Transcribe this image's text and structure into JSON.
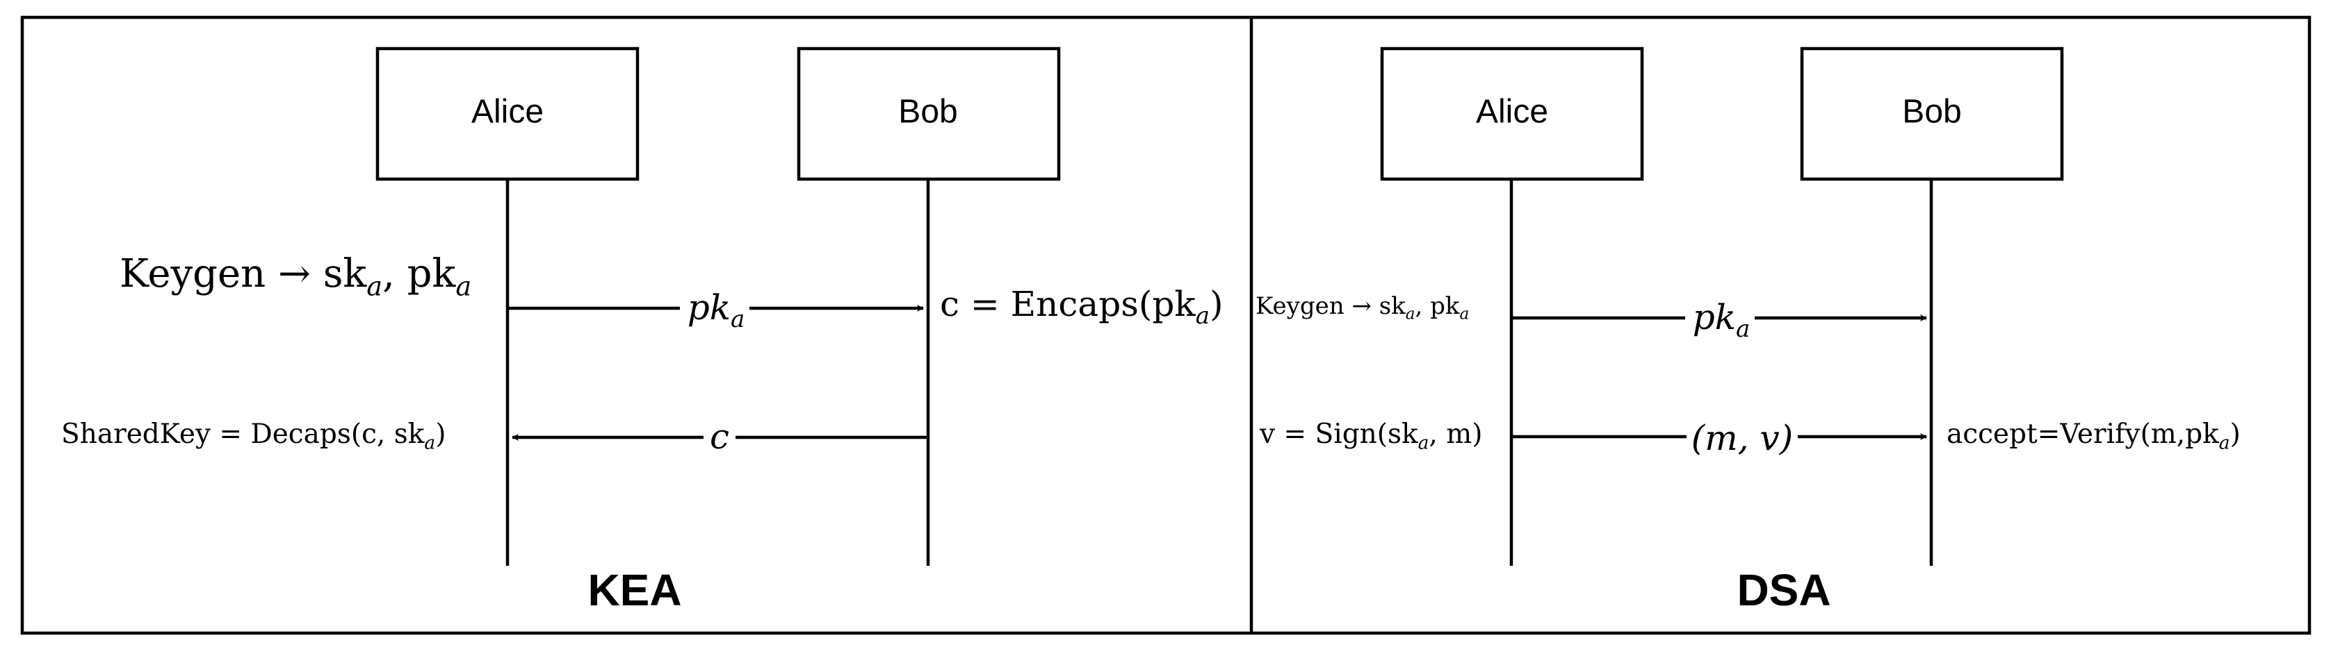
{
  "panels": {
    "kea": {
      "title": "KEA",
      "alice": "Alice",
      "bob": "Bob",
      "alice_keygen": "Keygen → sk<sub>a</sub>, pk<sub>a</sub>",
      "msg1": "pk<sub>a</sub>",
      "bob_encaps": "c = Encaps(pk<sub>a</sub>)",
      "alice_decaps": "SharedKey = Decaps(c, sk<sub>a</sub>)",
      "msg2": "c"
    },
    "dsa": {
      "title": "DSA",
      "alice": "Alice",
      "bob": "Bob",
      "alice_keygen": "Keygen → sk<sub>a</sub>, pk<sub>a</sub>",
      "msg1": "pk<sub>a</sub>",
      "alice_sign": "v = Sign(sk<sub>a</sub>, m)",
      "msg2": "(m, v)",
      "bob_verify": "accept=Verify(m,pk<sub>a</sub>)"
    }
  }
}
